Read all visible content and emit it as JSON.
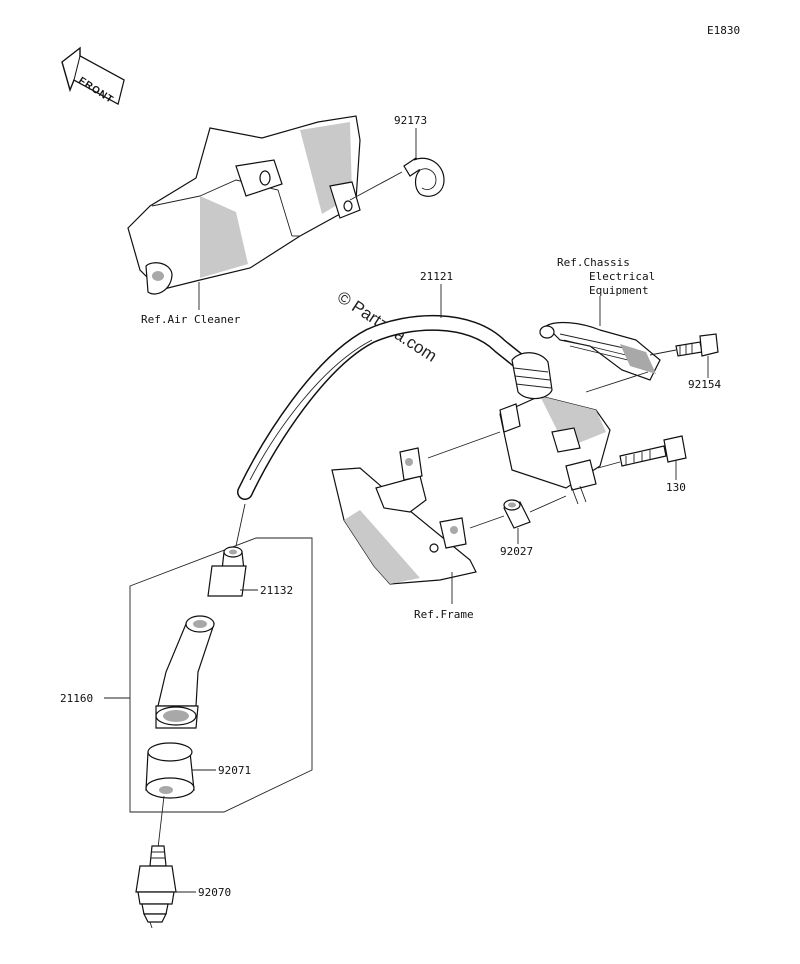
{
  "diagram_code": "E1830",
  "front_label": "FRONT",
  "watermark": "© Partzilla.com",
  "parts": {
    "p92173": "92173",
    "p21121": "21121",
    "p92154": "92154",
    "p130": "130",
    "p92027": "92027",
    "p21132": "21132",
    "p21160": "21160",
    "p92071": "92071",
    "p92070": "92070"
  },
  "refs": {
    "air_cleaner": "Ref.Air Cleaner",
    "chassis_line1": "Ref.Chassis",
    "chassis_line2": "Electrical",
    "chassis_line3": "Equipment",
    "frame": "Ref.Frame"
  }
}
